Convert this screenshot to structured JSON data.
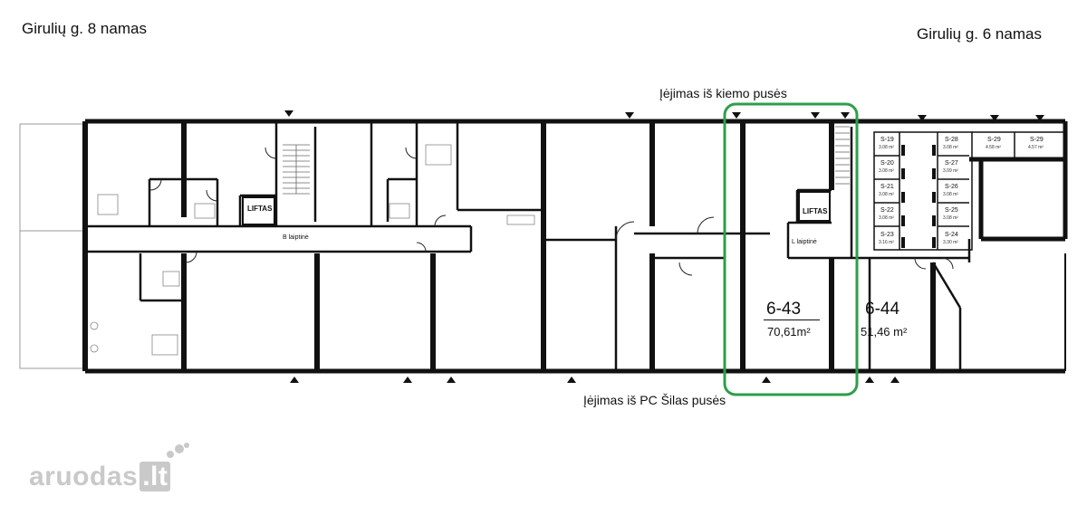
{
  "buildings": {
    "left": "Girulių g. 8 namas",
    "right": "Girulių g. 6 namas"
  },
  "entrances": {
    "top": "Įėjimas iš kiemo pusės",
    "bottom": "Įėjimas iš PC Šilas pusės"
  },
  "units": [
    {
      "number": "6-43",
      "area": "70,61m²",
      "highlighted": true
    },
    {
      "number": "6-44",
      "area": "51,46 m²",
      "highlighted": false
    }
  ],
  "plan_labels": {
    "lift_left": "LIFTAS",
    "lift_right": "LIFTAS",
    "stair_left": "B laiptinė",
    "stair_right": "L laiptinė"
  },
  "storage": [
    {
      "id": "S-19",
      "area": "3.08 m²"
    },
    {
      "id": "S-20",
      "area": "3.08 m²"
    },
    {
      "id": "S-21",
      "area": "3.08 m²"
    },
    {
      "id": "S-22",
      "area": "3.08 m²"
    },
    {
      "id": "S-23",
      "area": "3.16 m²"
    },
    {
      "id": "S-28",
      "area": "3.08 m²"
    },
    {
      "id": "S-27",
      "area": "3.09 m²"
    },
    {
      "id": "S-26",
      "area": "3.08 m²"
    },
    {
      "id": "S-25",
      "area": "3.08 m²"
    },
    {
      "id": "S-24",
      "area": "3.30 m²"
    },
    {
      "id": "S-29",
      "area": "4.58 m²"
    },
    {
      "id": "S-29",
      "area": "4.57 m²"
    }
  ],
  "watermark": {
    "brand": "aruodas",
    "suffix": ".lt"
  },
  "colors": {
    "highlight": "#2e9e4a",
    "walls": "#111111",
    "watermark": "#c9c9c9"
  }
}
